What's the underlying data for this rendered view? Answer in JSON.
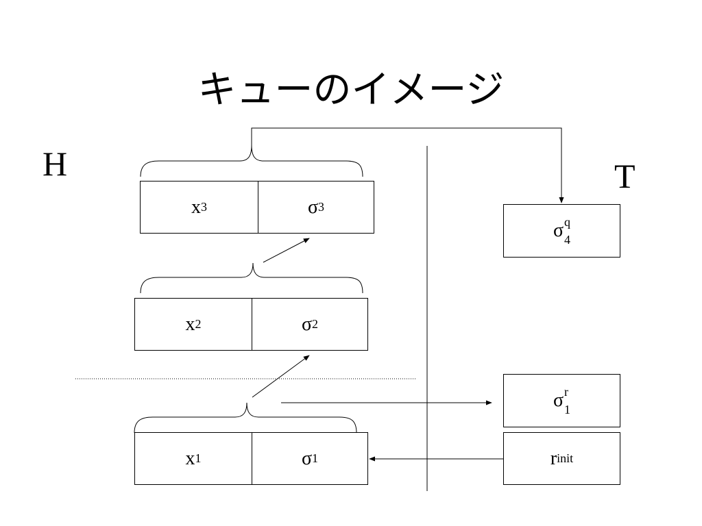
{
  "slide": {
    "title": "キューのイメージ",
    "head_label": "H",
    "tail_label": "T"
  },
  "entries": [
    {
      "x_base": "x",
      "x_sub": "3",
      "s_base": "σ",
      "s_sub": "3"
    },
    {
      "x_base": "x",
      "x_sub": "2",
      "s_base": "σ",
      "s_sub": "2"
    },
    {
      "x_base": "x",
      "x_sub": "1",
      "s_base": "σ",
      "s_sub": "1"
    }
  ],
  "tail_items": [
    {
      "base": "σ",
      "sup": "q",
      "sub": "4"
    },
    {
      "base": "σ",
      "sup": "r",
      "sub": "1"
    },
    {
      "base": "r",
      "sub": "init"
    }
  ]
}
